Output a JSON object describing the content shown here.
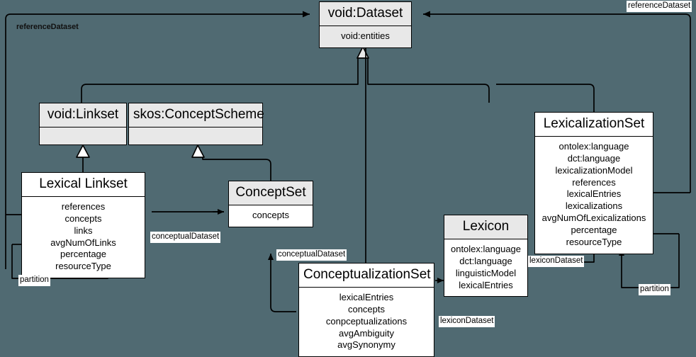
{
  "diagram": {
    "title": "Lexicalization / Dataset Metadata UML Class Diagram",
    "background_color": "#506a72",
    "line_color": "#000000",
    "abstract_fill": "#e8e8e8",
    "concrete_fill": "#ffffff"
  },
  "classes": [
    {
      "id": "void-dataset",
      "name": "void:Dataset",
      "attributes": [
        "void:entities"
      ]
    },
    {
      "id": "void-linkset",
      "name": "void:Linkset",
      "attributes": []
    },
    {
      "id": "skos-conceptscheme",
      "name": "skos:ConceptScheme",
      "attributes": []
    },
    {
      "id": "lexicalization-set",
      "name": "LexicalizationSet",
      "attributes": [
        "ontolex:language",
        "dct:language",
        "lexicalizationModel",
        "references",
        "lexicalEntries",
        "lexicalizations",
        "avgNumOfLexicalizations",
        "percentage",
        "resourceType"
      ]
    },
    {
      "id": "lexical-linkset",
      "name": "Lexical Linkset",
      "attributes": [
        "references",
        "concepts",
        "links",
        "avgNumOfLinks",
        "percentage",
        "resourceType"
      ]
    },
    {
      "id": "concept-set",
      "name": "ConceptSet",
      "attributes": [
        "concepts"
      ]
    },
    {
      "id": "lexicon",
      "name": "Lexicon",
      "attributes": [
        "ontolex:language",
        "dct:language",
        "linguisticModel",
        "lexicalEntries"
      ]
    },
    {
      "id": "conceptualization-set",
      "name": "ConceptualizationSet",
      "attributes": [
        "lexicalEntries",
        "concepts",
        "conpceptualizations",
        "avgAmbiguity",
        "avgSynonymy"
      ]
    }
  ],
  "edge_labels": {
    "reference_dataset_left": "referenceDataset",
    "reference_dataset_right": "referenceDataset",
    "conceptual_dataset_linkset": "conceptualDataset",
    "conceptual_dataset_conceptualization": "conceptualDataset",
    "lexicon_dataset_conceptualization": "lexiconDataset",
    "lexicon_dataset_lexicalization": "lexiconDataset",
    "partition_left": "partition",
    "partition_right": "partition"
  }
}
